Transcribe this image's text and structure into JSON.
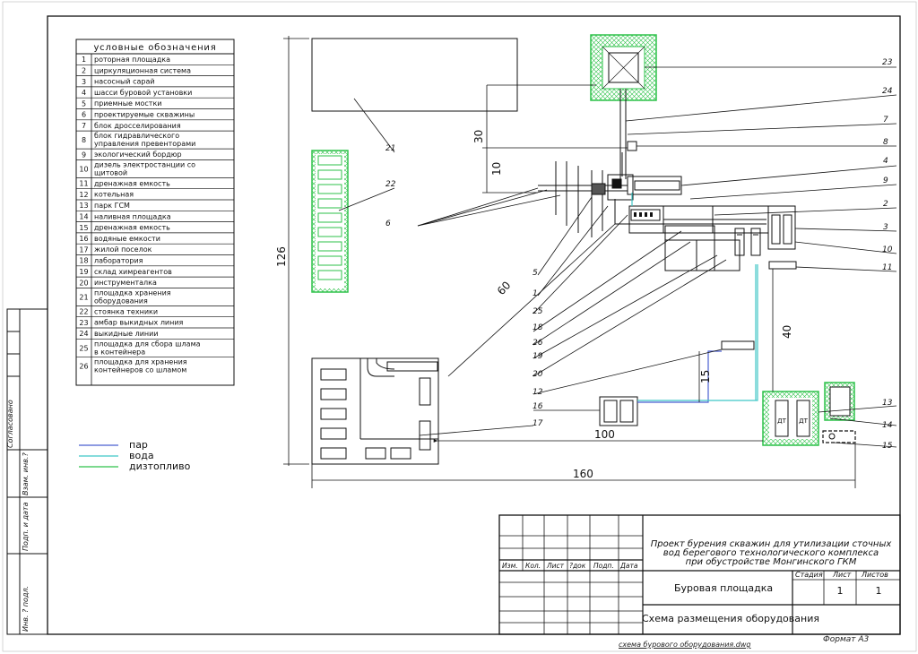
{
  "legend": {
    "title": "условные обозначения",
    "items": [
      {
        "num": "1",
        "label": "роторная площадка"
      },
      {
        "num": "2",
        "label": "циркуляционная система"
      },
      {
        "num": "3",
        "label": "насосный сарай"
      },
      {
        "num": "4",
        "label": "шасси буровой установки"
      },
      {
        "num": "5",
        "label": "приемные мостки"
      },
      {
        "num": "6",
        "label": "проектируемые скважины"
      },
      {
        "num": "7",
        "label": "блок дросселирования"
      },
      {
        "num": "8",
        "label": "блок гидравлического",
        "label2": "управления превенторами"
      },
      {
        "num": "9",
        "label": "экологический бордюр"
      },
      {
        "num": "10",
        "label": "дизель электростанции со",
        "label2": "щитовой"
      },
      {
        "num": "11",
        "label": "дренажная емкость"
      },
      {
        "num": "12",
        "label": "котельная"
      },
      {
        "num": "13",
        "label": "парк ГСМ"
      },
      {
        "num": "14",
        "label": "наливная площадка"
      },
      {
        "num": "15",
        "label": "дренажная емкость"
      },
      {
        "num": "16",
        "label": "водяные емкости"
      },
      {
        "num": "17",
        "label": "жилой поселок"
      },
      {
        "num": "18",
        "label": "лаборатория"
      },
      {
        "num": "19",
        "label": "склад химреагентов"
      },
      {
        "num": "20",
        "label": "инструменталка"
      },
      {
        "num": "21",
        "label": "площадка хранения",
        "label2": "оборудования"
      },
      {
        "num": "22",
        "label": "стоянка техники"
      },
      {
        "num": "23",
        "label": "амбар выкидных линия"
      },
      {
        "num": "24",
        "label": "выкидные линии"
      },
      {
        "num": "25",
        "label": "площадка для сбора шлама",
        "label2": "в контейнера"
      },
      {
        "num": "26",
        "label": "площадка для хранения",
        "label2": "контейнеров со шламом"
      }
    ]
  },
  "lines_legend": [
    {
      "label": "пар",
      "color": "#4a5fd0"
    },
    {
      "label": "вода",
      "color": "#3fc6c6"
    },
    {
      "label": "дизтопливо",
      "color": "#2ec24a"
    }
  ],
  "dimensions": {
    "d30": "30",
    "d10": "10",
    "d126": "126",
    "d60": "60",
    "d40": "40",
    "d15": "15",
    "d100": "100",
    "d160": "160"
  },
  "callouts": {
    "c23": "23",
    "c24": "24",
    "c7": "7",
    "c8": "8",
    "c4": "4",
    "c9": "9",
    "c2": "2",
    "c3": "3",
    "c10": "10",
    "c11": "11",
    "c21": "21",
    "c22": "22",
    "c6": "6",
    "c5": "5",
    "c1": "1",
    "c25": "25",
    "c18": "18",
    "c26": "26",
    "c19": "19",
    "c20": "20",
    "c12": "12",
    "c16": "16",
    "c17": "17",
    "c13": "13",
    "c14": "14",
    "c15": "15"
  },
  "block_labels": {
    "dt1": "ДТ",
    "dt2": "ДТ"
  },
  "side_stamp": [
    "Согласовано",
    "Взам. инв.?",
    "Подп. и дата",
    "Инв. ? подл."
  ],
  "title_block": {
    "headers": [
      "Изм.",
      "Кол.",
      "Лист",
      "?док",
      "Подп.",
      "Дата"
    ],
    "project_lines": [
      "Проект бурения скважин для утилизации сточных",
      "вод берегового технологического комплекса",
      "при обустройстве Монгинского ГКМ"
    ],
    "object_name": "Буровая площадка",
    "sheet_name": "Схема размещения оборудования",
    "stage_label": "Стадия",
    "sheet_label": "Лист",
    "sheets_label": "Листов",
    "sheet_value": "1",
    "sheets_value": "1"
  },
  "footer": {
    "file": "схема бурового оборудования.dwg",
    "format": "Формат А3"
  },
  "colors": {
    "steam": "#4a5fd0",
    "water": "#3fc6c6",
    "diesel": "#2ec24a",
    "ink": "#111111"
  }
}
